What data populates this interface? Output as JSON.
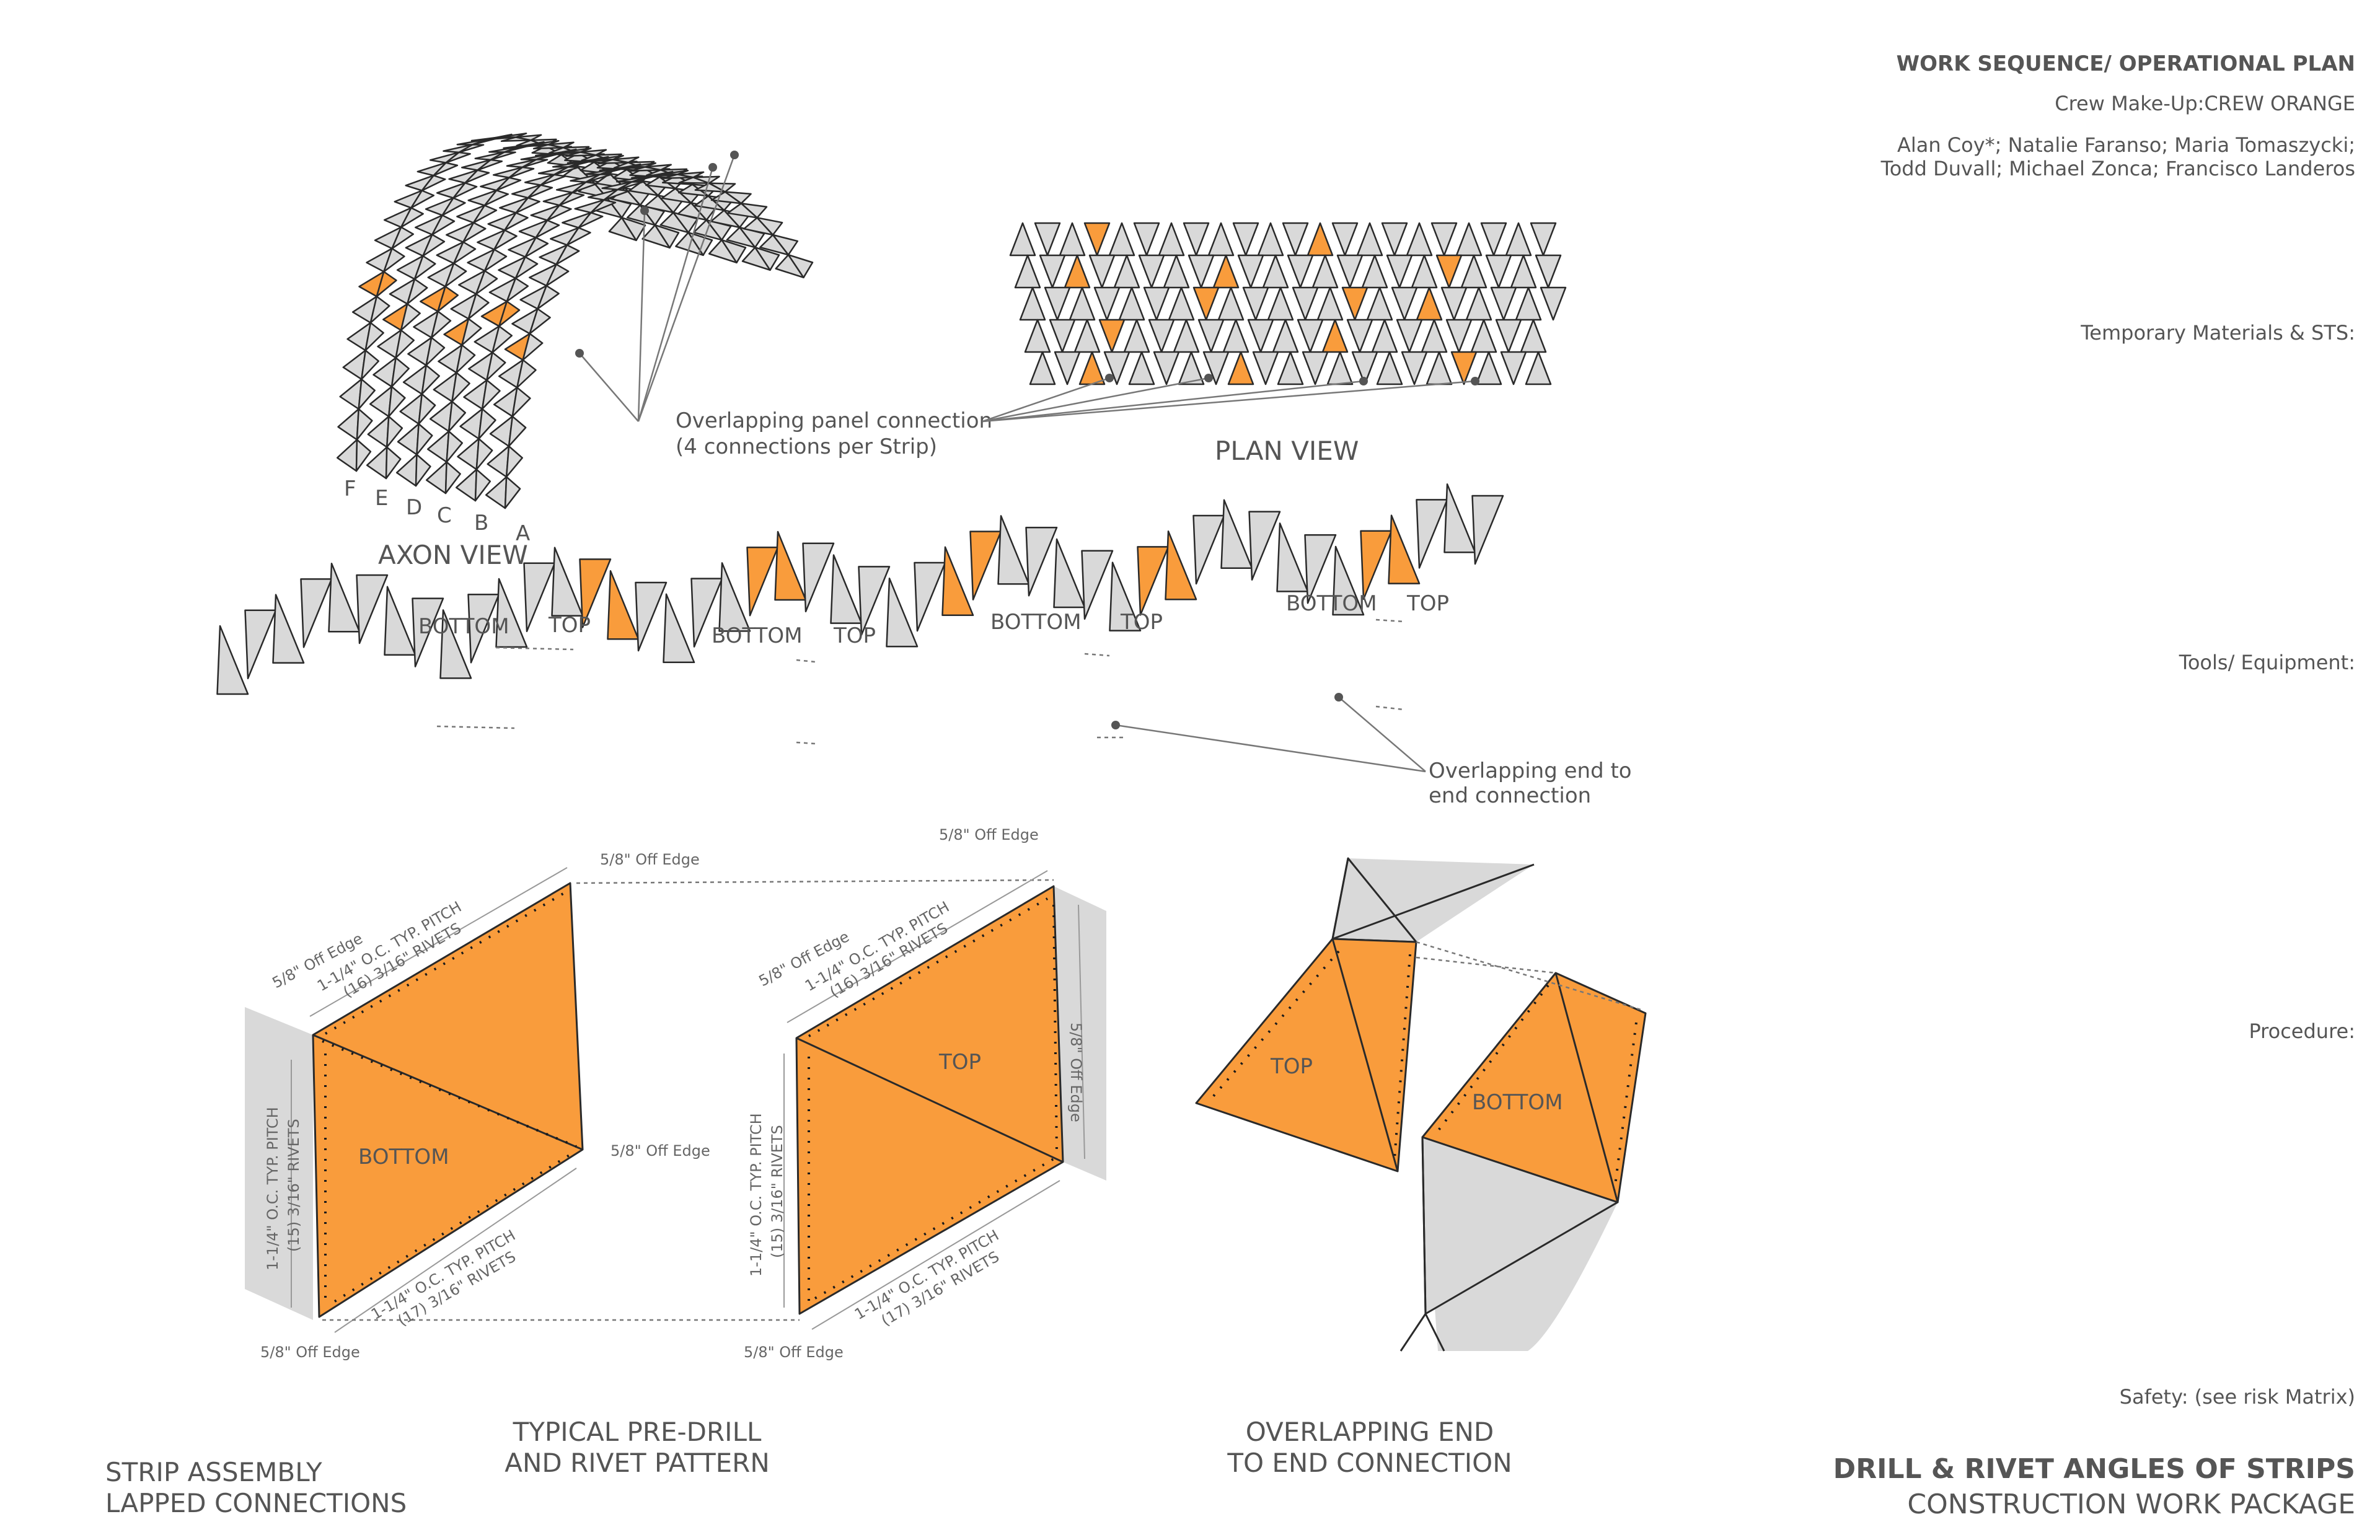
{
  "header": {
    "title": "WORK SEQUENCE/ OPERATIONAL PLAN",
    "crew": "Crew Make-Up:CREW ORANGE",
    "members_line1": "Alan Coy*; Natalie Faranso; Maria Tomaszycki;",
    "members_line2": "Todd Duvall; Michael Zonca; Francisco Landeros"
  },
  "sections": {
    "temporary_materials": "Temporary Materials & STS:",
    "tools": "Tools/ Equipment:",
    "procedure": "Procedure:",
    "safety": "Safety: (see risk Matrix)"
  },
  "footer": {
    "title": "DRILL & RIVET ANGLES OF STRIPS",
    "subtitle": "CONSTRUCTION WORK PACKAGE",
    "left_line1": "STRIP ASSEMBLY",
    "left_line2": "LAPPED CONNECTIONS",
    "center_line1": "TYPICAL PRE-DRILL",
    "center_line2": "AND RIVET PATTERN",
    "right_line1": "OVERLAPPING END",
    "right_line2": "TO END CONNECTION"
  },
  "axon": {
    "title": "AXON VIEW",
    "strip_letters": [
      "F",
      "E",
      "D",
      "C",
      "B",
      "A"
    ],
    "callout_line1": "Overlapping panel connection",
    "callout_line2": "(4 connections per Strip)"
  },
  "plan": {
    "title": "PLAN VIEW"
  },
  "strip": {
    "labels": [
      {
        "text": "BOTTOM"
      },
      {
        "text": "TOP"
      },
      {
        "text": "BOTTOM"
      },
      {
        "text": "TOP"
      },
      {
        "text": "BOTTOM"
      },
      {
        "text": "TOP"
      },
      {
        "text": "BOTTOM"
      },
      {
        "text": "TOP"
      }
    ],
    "callout_line1": "Overlapping end to",
    "callout_line2": "end connection"
  },
  "detail": {
    "off_edge": "5/8\" Off Edge",
    "pitch": "1-1/4\" O.C. TYP. PITCH",
    "rivets_16": "(16) 3/16\" RIVETS",
    "rivets_15": "(15) 3/16\" RIVETS",
    "rivets_17": "(17) 3/16\" RIVETS",
    "bottom": "BOTTOM",
    "top": "TOP"
  },
  "colors": {
    "orange": "#f99c3c",
    "gray": "#d9d9d9",
    "line": "#2a2a2a"
  }
}
